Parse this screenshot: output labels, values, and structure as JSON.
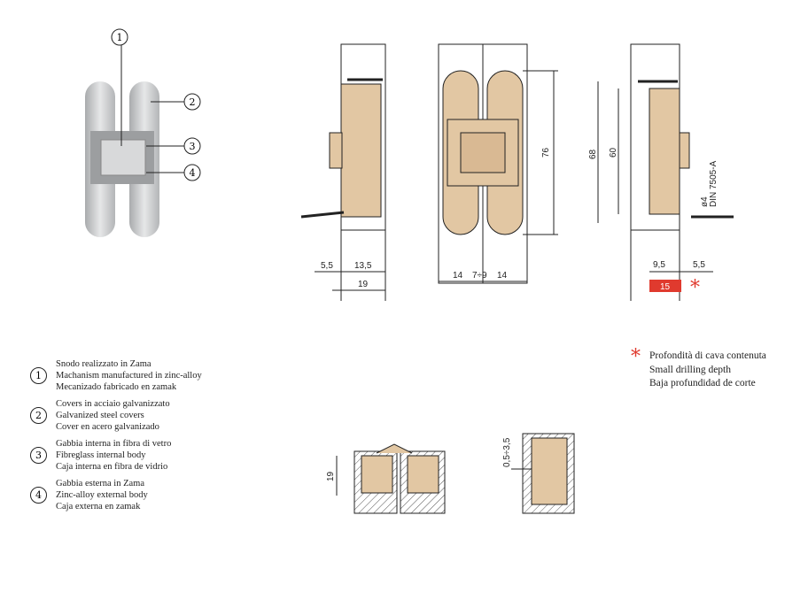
{
  "callouts": [
    "1",
    "2",
    "3",
    "4"
  ],
  "dimensions": {
    "front": {
      "d1": "5,5",
      "d2": "13,5",
      "d3": "19"
    },
    "middle": {
      "d1": "14",
      "d2": "7÷9",
      "d3": "14",
      "height": "76"
    },
    "side": {
      "h1": "68",
      "h2": "60",
      "d1": "9,5",
      "d2": "5,5",
      "drill": "15",
      "screw": "ø4",
      "screw_std": "DIN 7505-A"
    },
    "section": {
      "depth": "19",
      "gap": "0,5÷3,5"
    }
  },
  "legend": [
    {
      "num": "1",
      "lines": [
        "Snodo realizzato in Zama",
        "Machanism manufactured in zinc-alloy",
        "Mecanizado fabricado en zamak"
      ]
    },
    {
      "num": "2",
      "lines": [
        "Covers in acciaio galvanizzato",
        "Galvanized steel covers",
        "Cover en acero galvanizado"
      ]
    },
    {
      "num": "3",
      "lines": [
        "Gabbia interna in fibra di vetro",
        "Fibreglass internal body",
        "Caja interna en fibra de vidrio"
      ]
    },
    {
      "num": "4",
      "lines": [
        "Gabbia esterna in Zama",
        "Zinc-alloy external body",
        "Caja externa en zamak"
      ]
    }
  ],
  "note": {
    "symbol": "*",
    "lines": [
      "Profondità di cava contenuta",
      "Small drilling depth",
      "Baja profundidad de corte"
    ]
  },
  "colors": {
    "accent": "#e03a2e",
    "body": "#e2c7a3",
    "metal": "#c9cbcc"
  }
}
